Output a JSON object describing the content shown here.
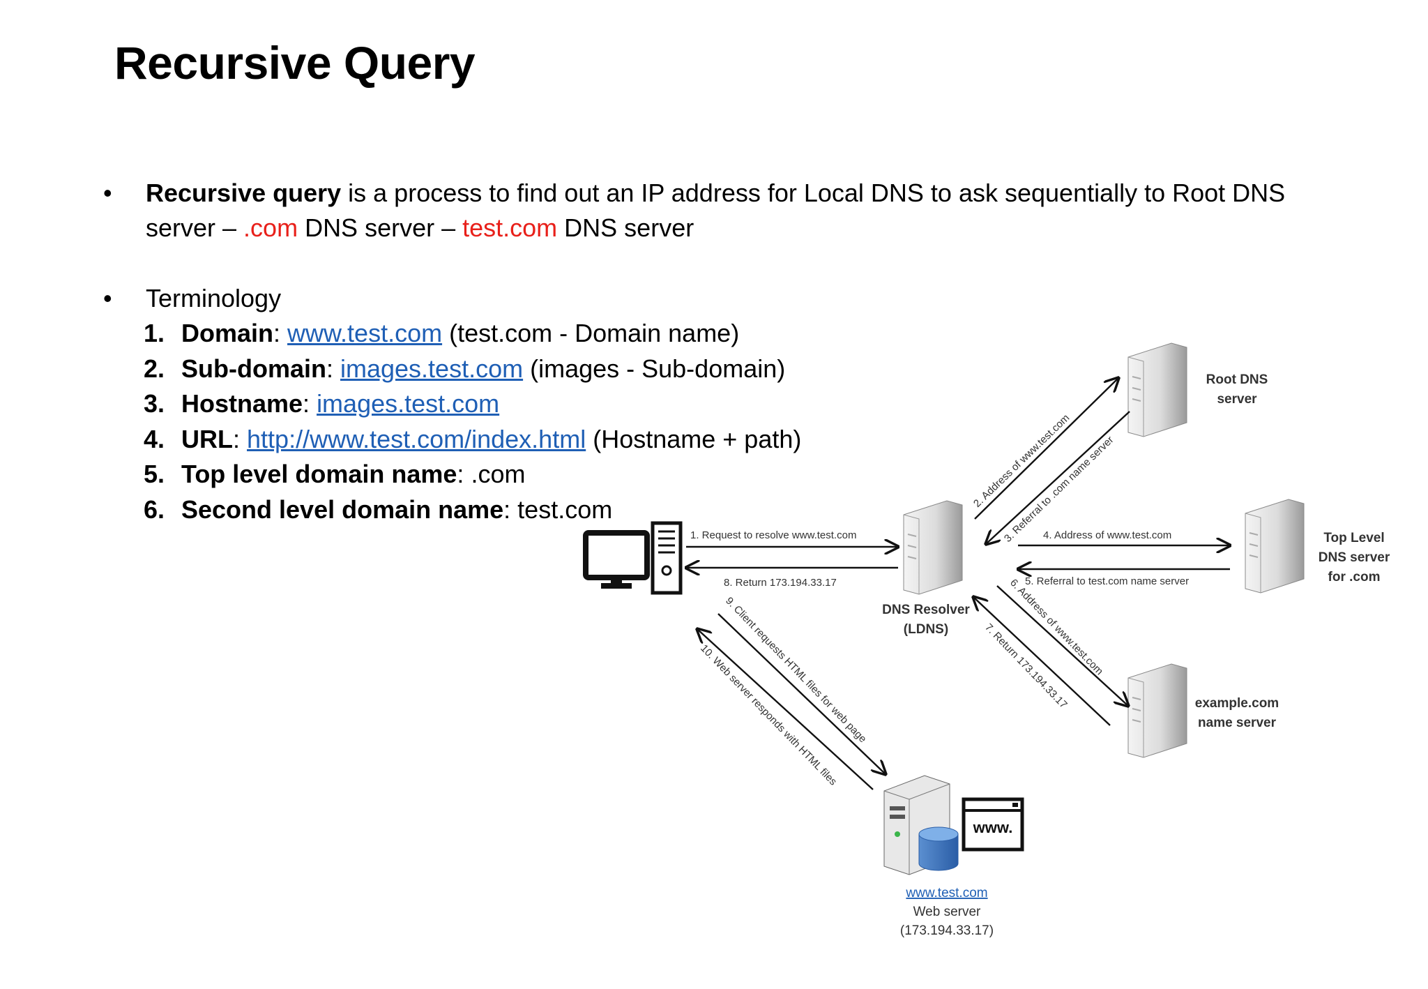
{
  "title": "Recursive Query",
  "bullet1": {
    "bold": "Recursive query",
    "text1": " is a process to find out an IP address for Local DNS to ask sequentially to Root DNS server – ",
    "red1": ".com",
    "text2": " DNS server – ",
    "red2": "test.com",
    "text3": " DNS server"
  },
  "bullet2": {
    "label": "Terminology"
  },
  "terms": [
    {
      "num": "1.",
      "term": "Domain",
      "sep": ": ",
      "link": "www.test.com",
      "rest": " (test.com -  Domain name)"
    },
    {
      "num": "2.",
      "term": "Sub-domain",
      "sep": ": ",
      "link": "images.test.com",
      "rest": "  (images -  Sub-domain)"
    },
    {
      "num": "3.",
      "term": "Hostname",
      "sep": ": ",
      "link": "images.test.com",
      "rest": ""
    },
    {
      "num": "4.",
      "term": "URL",
      "sep": ": ",
      "link": "http://www.test.com/index.html",
      "rest": " (Hostname + path)"
    },
    {
      "num": "5.",
      "term": "Top level domain name",
      "sep": ": ",
      "link": "",
      "rest": ".com"
    },
    {
      "num": "6.",
      "term": "Second level domain name",
      "sep": ": ",
      "link": "",
      "rest": "test.com"
    }
  ],
  "diagram": {
    "nodes": {
      "root": "Root DNS\nserver",
      "tld": "Top Level\nDNS server\nfor .com",
      "example": "example.com\nname server",
      "resolver": "DNS Resolver\n(LDNS)",
      "web_link": "www.test.com",
      "web_label": "Web server",
      "web_ip": "(173.194.33.17)",
      "www_badge": "www."
    },
    "arrows": {
      "a1": "1. Request to resolve www.test.com",
      "a2": "2. Address of www.test.com",
      "a3": "3. Referral to .com name server",
      "a4": "4. Address of www.test.com",
      "a5": "5. Referral to test.com name server",
      "a6": "6. Address of www.test.com",
      "a7": "7. Return 173.194.33.17",
      "a8": "8. Return 173.194.33.17",
      "a9": "9. Client requests HTML files for web page",
      "a10": "10. Web server responds with HTML files"
    }
  },
  "colors": {
    "red": "#e8201a",
    "link": "#1f5fb5"
  }
}
